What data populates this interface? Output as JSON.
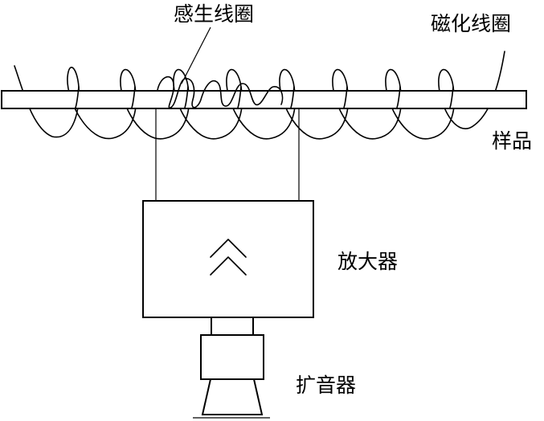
{
  "labels": {
    "induction_coil": "感生线圈",
    "magnetizing_coil": "磁化线圈",
    "sample": "样品",
    "amplifier": "放大器",
    "speaker": "扩音器"
  },
  "colors": {
    "stroke": "#000000",
    "background": "#ffffff"
  },
  "icons": {
    "amplifier_symbol": "double-chevron-up-icon"
  }
}
